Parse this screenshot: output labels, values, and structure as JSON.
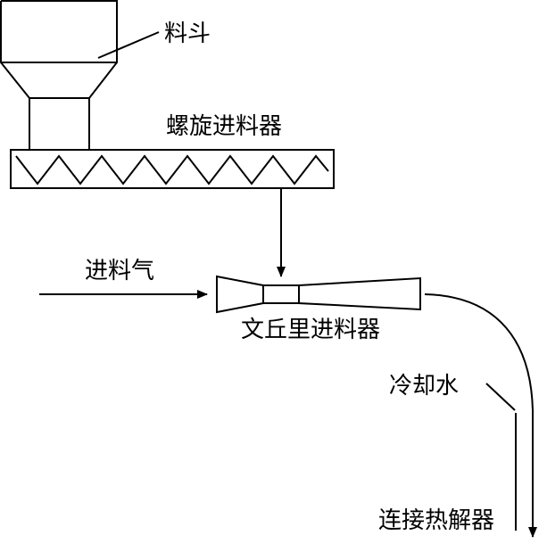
{
  "labels": {
    "hopper": "料斗",
    "screw_feeder": "螺旋进料器",
    "feed_gas": "进料气",
    "venturi_feeder": "文丘里进料器",
    "cooling_water": "冷却水",
    "to_pyrolyzer": "连接热解器"
  }
}
